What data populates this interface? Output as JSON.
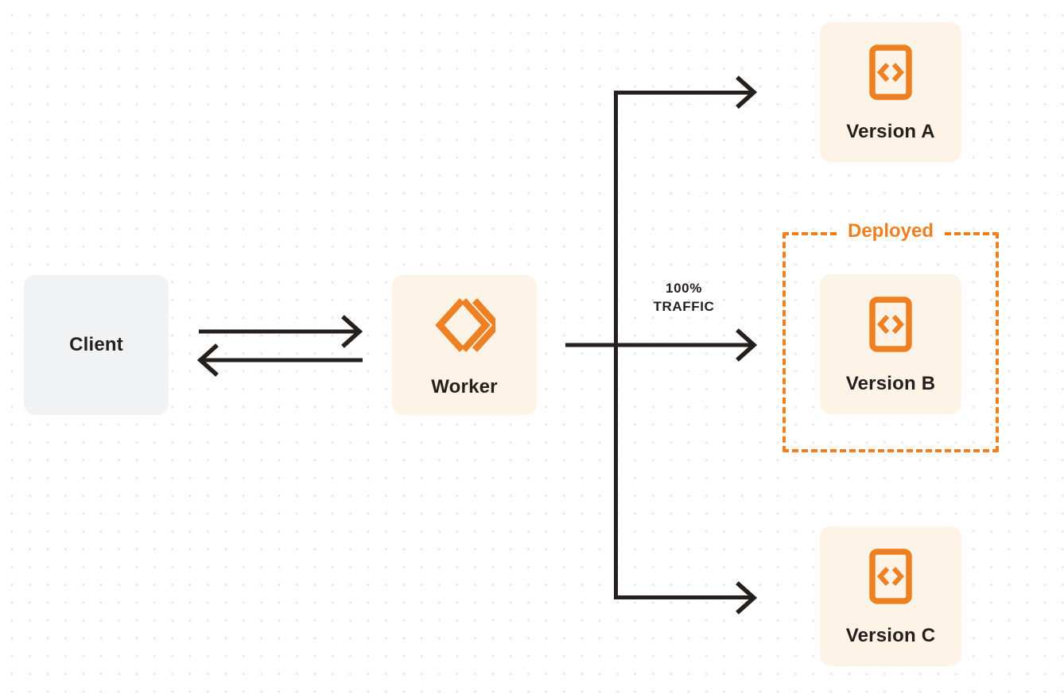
{
  "diagram": {
    "title": "Worker traffic routing to versions",
    "background": {
      "color": "#ffffff",
      "dot_color": "#e3e4e6"
    },
    "colors": {
      "orange": "#ee8023",
      "cream": "#fdf3e7",
      "gray": "#f1f2f4",
      "ink": "#25201d"
    },
    "nodes": {
      "client": {
        "label": "Client",
        "icon": ""
      },
      "worker": {
        "label": "Worker",
        "icon": "cloudflare-workers-logo-icon"
      },
      "version_a": {
        "label": "Version A",
        "icon": "code-file-icon"
      },
      "version_b": {
        "label": "Version B",
        "icon": "code-file-icon"
      },
      "version_c": {
        "label": "Version C",
        "icon": "code-file-icon"
      }
    },
    "group": {
      "label": "Deployed"
    },
    "edges": {
      "traffic_label_line1": "100%",
      "traffic_label_line2": "TRAFFIC"
    }
  }
}
